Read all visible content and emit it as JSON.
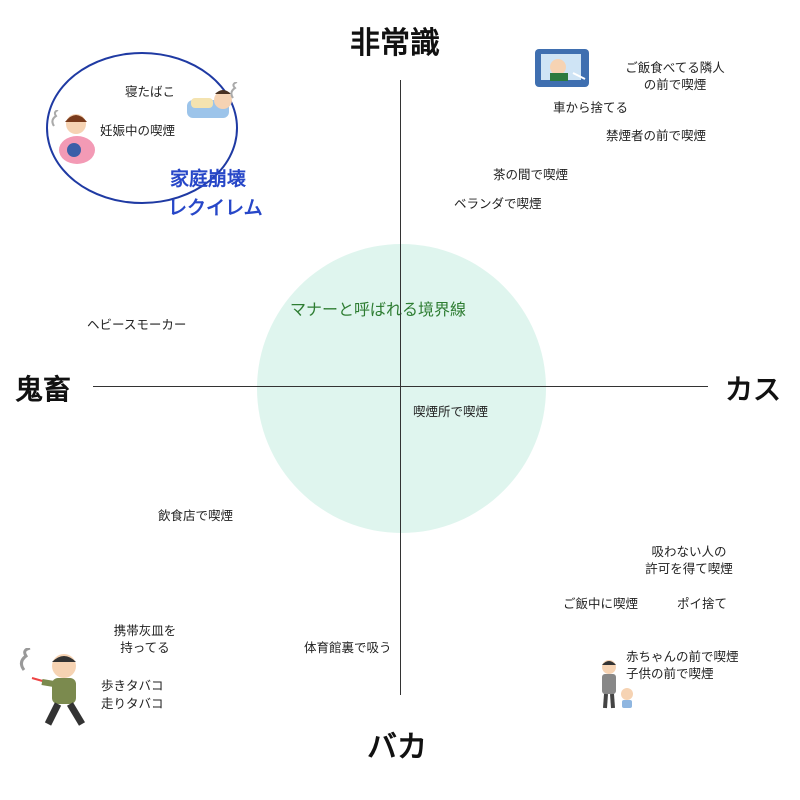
{
  "poles": {
    "top": "非常識",
    "bottom": "バカ",
    "left": "鬼畜",
    "right": "カス"
  },
  "boundary_label": "マナーと呼ばれる境界線",
  "group": {
    "label_line1": "家庭崩壊",
    "label_line2": "レクイレム"
  },
  "items": {
    "sleep_smoking": "寝たばこ",
    "pregnant_smoking": "妊娠中の喫煙",
    "heavy_smoker": "ヘビースモーカー",
    "eating_neighbor_1": "ご飯食べてる隣人",
    "eating_neighbor_2": "の前で喫煙",
    "car_throw": "車から捨てる",
    "nonsmoker_front": "禁煙者の前で喫煙",
    "living_room": "茶の間で喫煙",
    "veranda": "ベランダで喫煙",
    "smoking_area": "喫煙所で喫煙",
    "restaurant": "飲食店で喫煙",
    "permission_1": "吸わない人の",
    "permission_2": "許可を得て喫煙",
    "during_meal": "ご飯中に喫煙",
    "litter": "ポイ捨て",
    "ashtray_1": "携帯灰皿を",
    "ashtray_2": "持ってる",
    "gym_back": "体育館裏で吸う",
    "walking": "歩きタバコ",
    "running": "走りタバコ",
    "baby_front": "赤ちゃんの前で喫煙",
    "child_front": "子供の前で喫煙"
  }
}
